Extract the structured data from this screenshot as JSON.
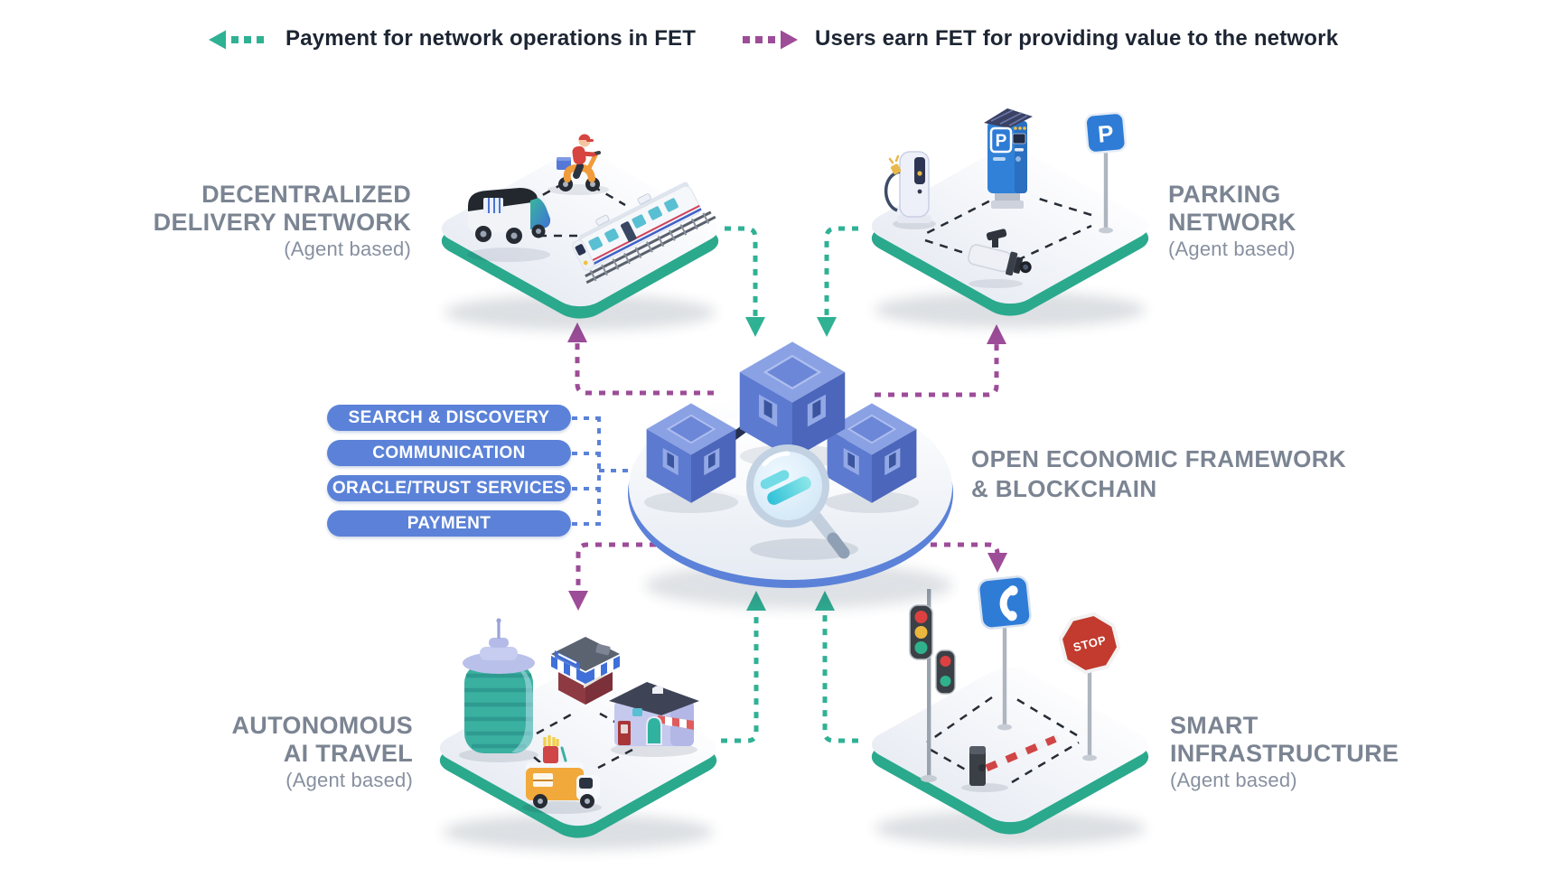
{
  "legend": {
    "payment_label": "Payment for network operations in FET",
    "earn_label": "Users earn FET for providing value to the network"
  },
  "services": {
    "items": [
      "SEARCH & DISCOVERY",
      "COMMUNICATION",
      "ORACLE/TRUST SERVICES",
      "PAYMENT"
    ]
  },
  "center": {
    "title_line1": "OPEN ECONOMIC FRAMEWORK",
    "title_line2": "& BLOCKCHAIN"
  },
  "nodes": {
    "top_left": {
      "line1": "DECENTRALIZED",
      "line2": "DELIVERY NETWORK",
      "subtitle": "(Agent based)"
    },
    "top_right": {
      "line1": "PARKING",
      "line2": "NETWORK",
      "subtitle": "(Agent based)"
    },
    "bottom_left": {
      "line1": "AUTONOMOUS",
      "line2": "AI TRAVEL",
      "subtitle": "(Agent based)"
    },
    "bottom_right": {
      "line1": "SMART",
      "line2": "INFRASTRUCTURE",
      "subtitle": "(Agent based)"
    }
  },
  "illustration_text": {
    "stop_sign": "STOP",
    "parking_meter_letter": "P",
    "parking_sign_letter": "P"
  },
  "colors": {
    "payment_arrow": "#2fb194",
    "earn_arrow": "#9d4c98",
    "service_pill": "#5b82d8",
    "platform_edge": "#2aa98d",
    "label_gray": "#7b8492",
    "legend_text": "#1d2533"
  }
}
